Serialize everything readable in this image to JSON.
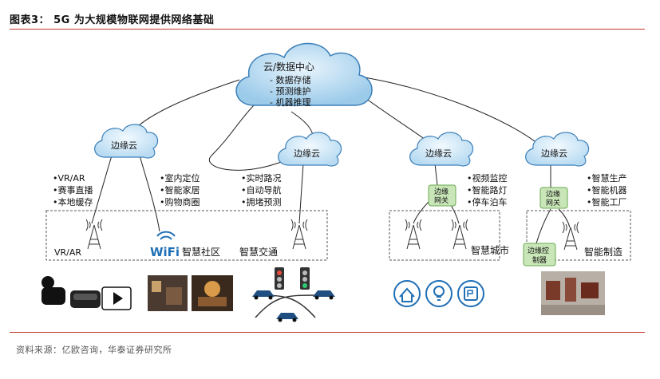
{
  "header": {
    "title": "图表3：  5G 为大规模物联网提供网络基础"
  },
  "footer": {
    "source": "资料来源：亿欧咨询，华泰证券研究所"
  },
  "cloud_center": {
    "title": "云/数据中心",
    "items": [
      "- 数据存储",
      "- 预测维护",
      "- 机器推理"
    ]
  },
  "edge_cloud_label": "边缘云",
  "edge_gateway_label": [
    "边缘",
    "网关"
  ],
  "edge_controller_label": [
    "边缘控",
    "制器"
  ],
  "groups": [
    {
      "bullets": [
        "•VR/AR",
        "•赛事直播",
        "•本地缓存"
      ],
      "zone_label": "VR/AR"
    },
    {
      "bullets": [
        "•室内定位",
        "•智能家居",
        "•购物商圈"
      ],
      "zone_label": "智慧社区",
      "wifi_text": "WiFi"
    },
    {
      "bullets": [
        "•实时路况",
        "•自动导航",
        "•拥堵预测"
      ],
      "zone_label": "智慧交通"
    },
    {
      "bullets": [
        "•视频监控",
        "•智能路灯",
        "•停车泊车"
      ],
      "zone_label": "智慧城市"
    },
    {
      "bullets": [
        "•智慧生产",
        "•智能机器",
        "•智能工厂"
      ],
      "zone_label": "智能制造"
    }
  ],
  "colors": {
    "accent_red": "#c0392b",
    "cloud_fill": "#a9d3ef",
    "cloud_stroke": "#3b7fb8",
    "gateway_green": "#c9e6b8",
    "icon_blue": "#1f6fb5"
  }
}
